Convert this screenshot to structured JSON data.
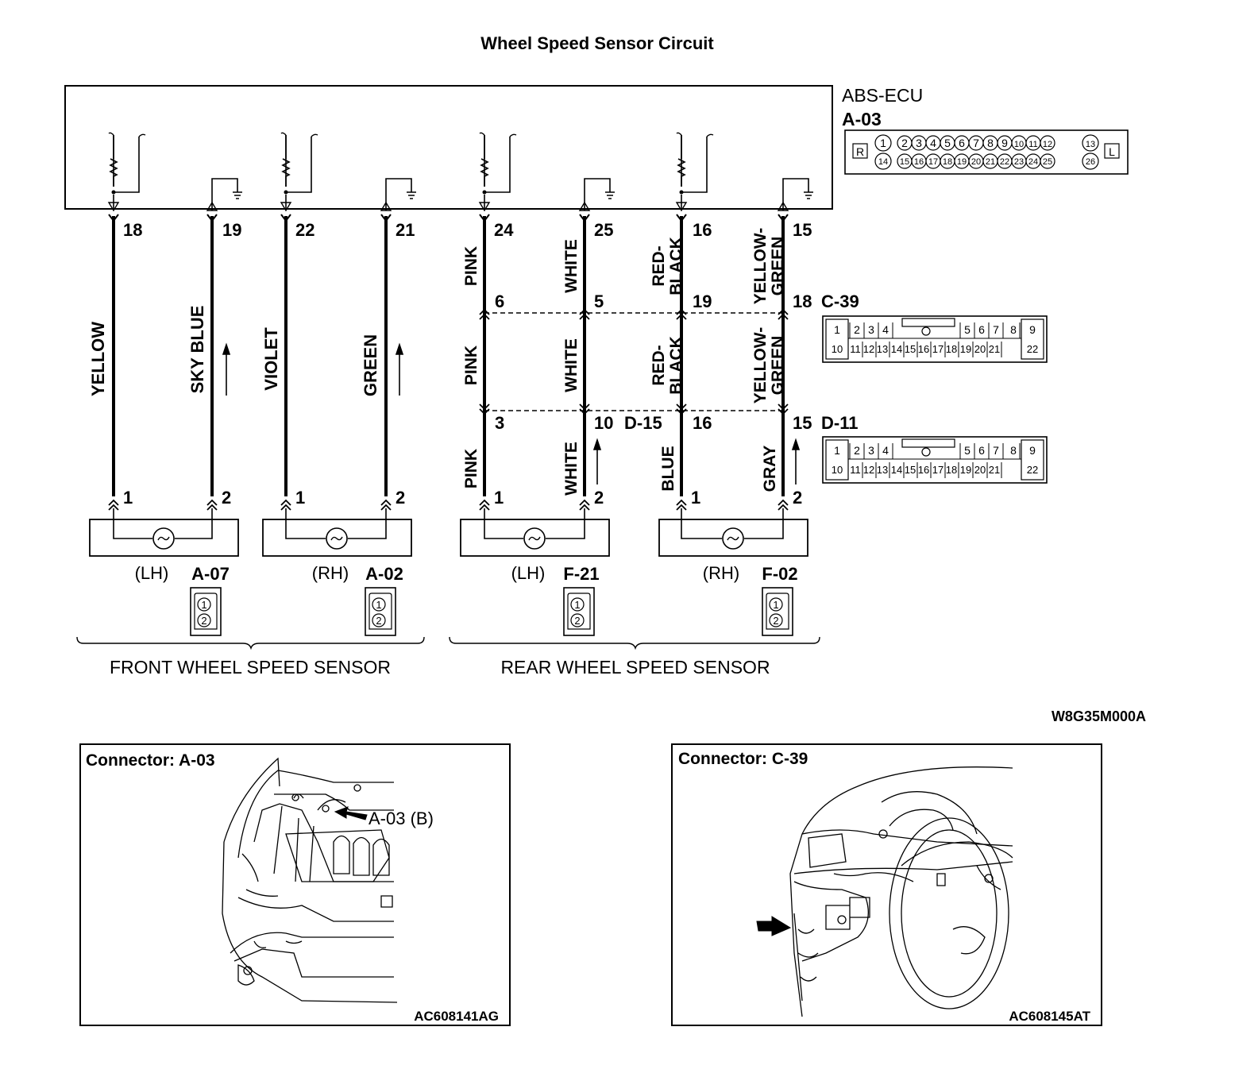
{
  "title": "Wheel Speed Sensor Circuit",
  "ecu": {
    "name": "ABS-ECU",
    "connector": "A-03",
    "pins_top": [
      "1",
      "2",
      "3",
      "4",
      "5",
      "6",
      "7",
      "8",
      "9",
      "10",
      "11",
      "12",
      "13"
    ],
    "pins_bottom": [
      "14",
      "15",
      "16",
      "17",
      "18",
      "19",
      "20",
      "21",
      "22",
      "23",
      "24",
      "25",
      "26"
    ],
    "side_left": "R",
    "side_right": "L"
  },
  "ecu_pins": [
    "18",
    "19",
    "22",
    "21",
    "24",
    "25",
    "16",
    "15"
  ],
  "wire_colors_upper": [
    "YELLOW",
    "SKY BLUE",
    "VIOLET",
    "GREEN"
  ],
  "wire_colors_rear_top": [
    "PINK",
    "WHITE",
    "RED-\nBLACK",
    "YELLOW-\nGREEN"
  ],
  "wire_colors_rear_mid": [
    "PINK",
    "WHITE",
    "RED-\nBLACK",
    "YELLOW-\nGREEN"
  ],
  "wire_colors_rear_bottom": [
    "PINK",
    "WHITE",
    "BLUE",
    "GRAY"
  ],
  "c39": {
    "name": "C-39",
    "pins": [
      "6",
      "5",
      "19",
      "18"
    ],
    "row1": [
      "1",
      "2",
      "3",
      "4",
      "5",
      "6",
      "7",
      "8",
      "9"
    ],
    "row2": [
      "10",
      "11",
      "12",
      "13",
      "14",
      "15",
      "16",
      "17",
      "18",
      "19",
      "20",
      "21",
      "22"
    ]
  },
  "d15": {
    "name": "D-15",
    "pins": [
      "3",
      "10"
    ]
  },
  "d11": {
    "name": "D-11",
    "pins": [
      "16",
      "15"
    ],
    "row1": [
      "1",
      "2",
      "3",
      "4",
      "5",
      "6",
      "7",
      "8",
      "9"
    ],
    "row2": [
      "10",
      "11",
      "12",
      "13",
      "14",
      "15",
      "16",
      "17",
      "18",
      "19",
      "20",
      "21",
      "22"
    ]
  },
  "sensor_pins": [
    "1",
    "2"
  ],
  "sensors": [
    {
      "side": "(LH)",
      "connector": "A-07"
    },
    {
      "side": "(RH)",
      "connector": "A-02"
    },
    {
      "side": "(LH)",
      "connector": "F-21"
    },
    {
      "side": "(RH)",
      "connector": "F-02"
    }
  ],
  "group_labels": {
    "front": "FRONT WHEEL SPEED SENSOR",
    "rear": "REAR WHEEL SPEED SENSOR"
  },
  "diagram_code": "W8G35M000A",
  "panels": [
    {
      "title": "Connector: A-03",
      "callout": "A-03 (B)",
      "code": "AC608141AG"
    },
    {
      "title": "Connector: C-39",
      "code": "AC608145AT"
    }
  ]
}
